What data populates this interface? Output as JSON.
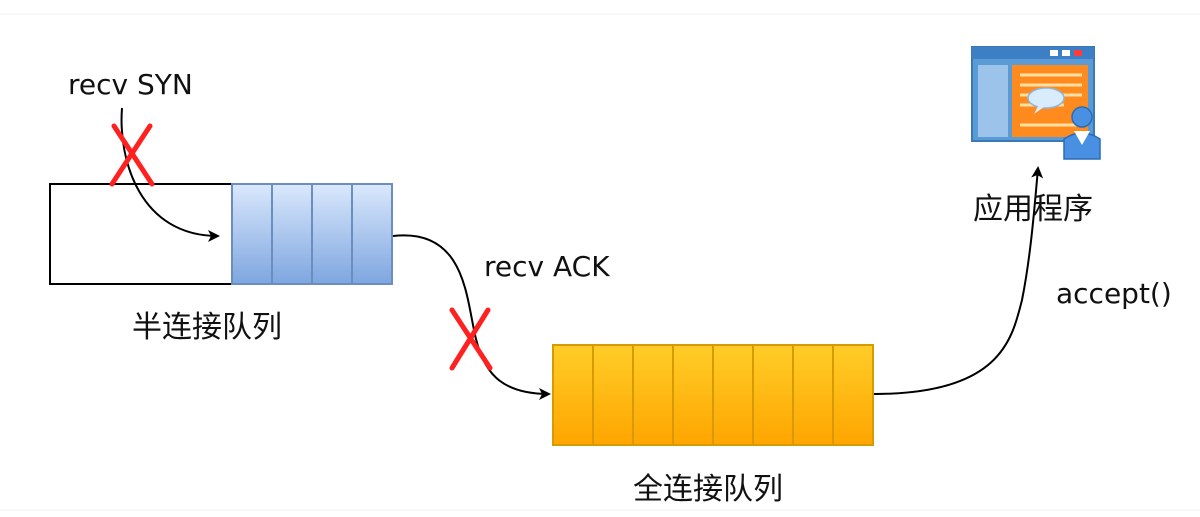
{
  "labels": {
    "recv_syn": "recv SYN",
    "recv_ack": "recv ACK",
    "half_queue": "半连接队列",
    "full_queue": "全连接队列",
    "application": "应用程序",
    "accept": "accept()"
  },
  "colors": {
    "half_queue_fill": "#a9c4eb",
    "half_queue_stroke": "#6c8ebf",
    "full_queue_fill": "#ffcd28",
    "full_queue_stroke": "#d79b00",
    "cross_mark": "#ff2020",
    "connector": "#000000"
  },
  "icons": {
    "application_icon": "application-window-with-user-icon"
  }
}
